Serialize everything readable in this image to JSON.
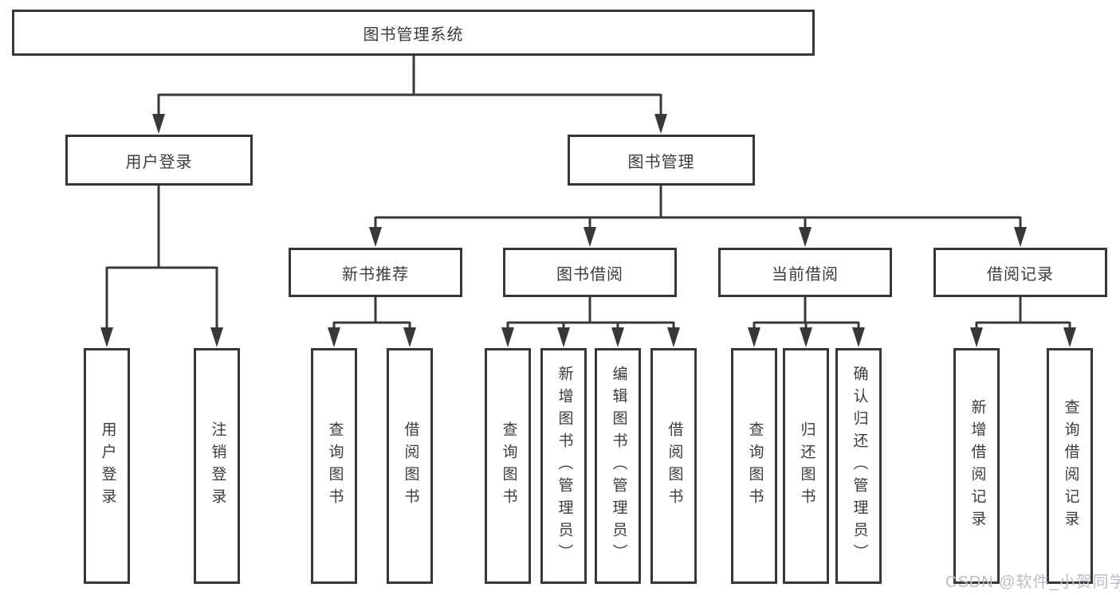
{
  "page": {
    "watermark": "CSDN @软件_小贺同学"
  },
  "tree": {
    "root": "图书管理系统",
    "branches": [
      {
        "label": "用户登录",
        "children": [
          "用户登录",
          "注销登录"
        ]
      },
      {
        "label": "图书管理",
        "children": [
          {
            "label": "新书推荐",
            "children": [
              "查询图书",
              "借阅图书"
            ]
          },
          {
            "label": "图书借阅",
            "children": [
              "查询图书",
              "新增图书（管理员）",
              "编辑图书（管理员）",
              "借阅图书"
            ]
          },
          {
            "label": "当前借阅",
            "children": [
              "查询图书",
              "归还图书",
              "确认归还（管理员）"
            ]
          },
          {
            "label": "借阅记录",
            "children": [
              "新增借阅记录",
              "查询借阅记录"
            ]
          }
        ]
      }
    ]
  },
  "colors": {
    "line": "#383838",
    "text": "#3c3c3c",
    "watermark": "#b9bdc3"
  }
}
